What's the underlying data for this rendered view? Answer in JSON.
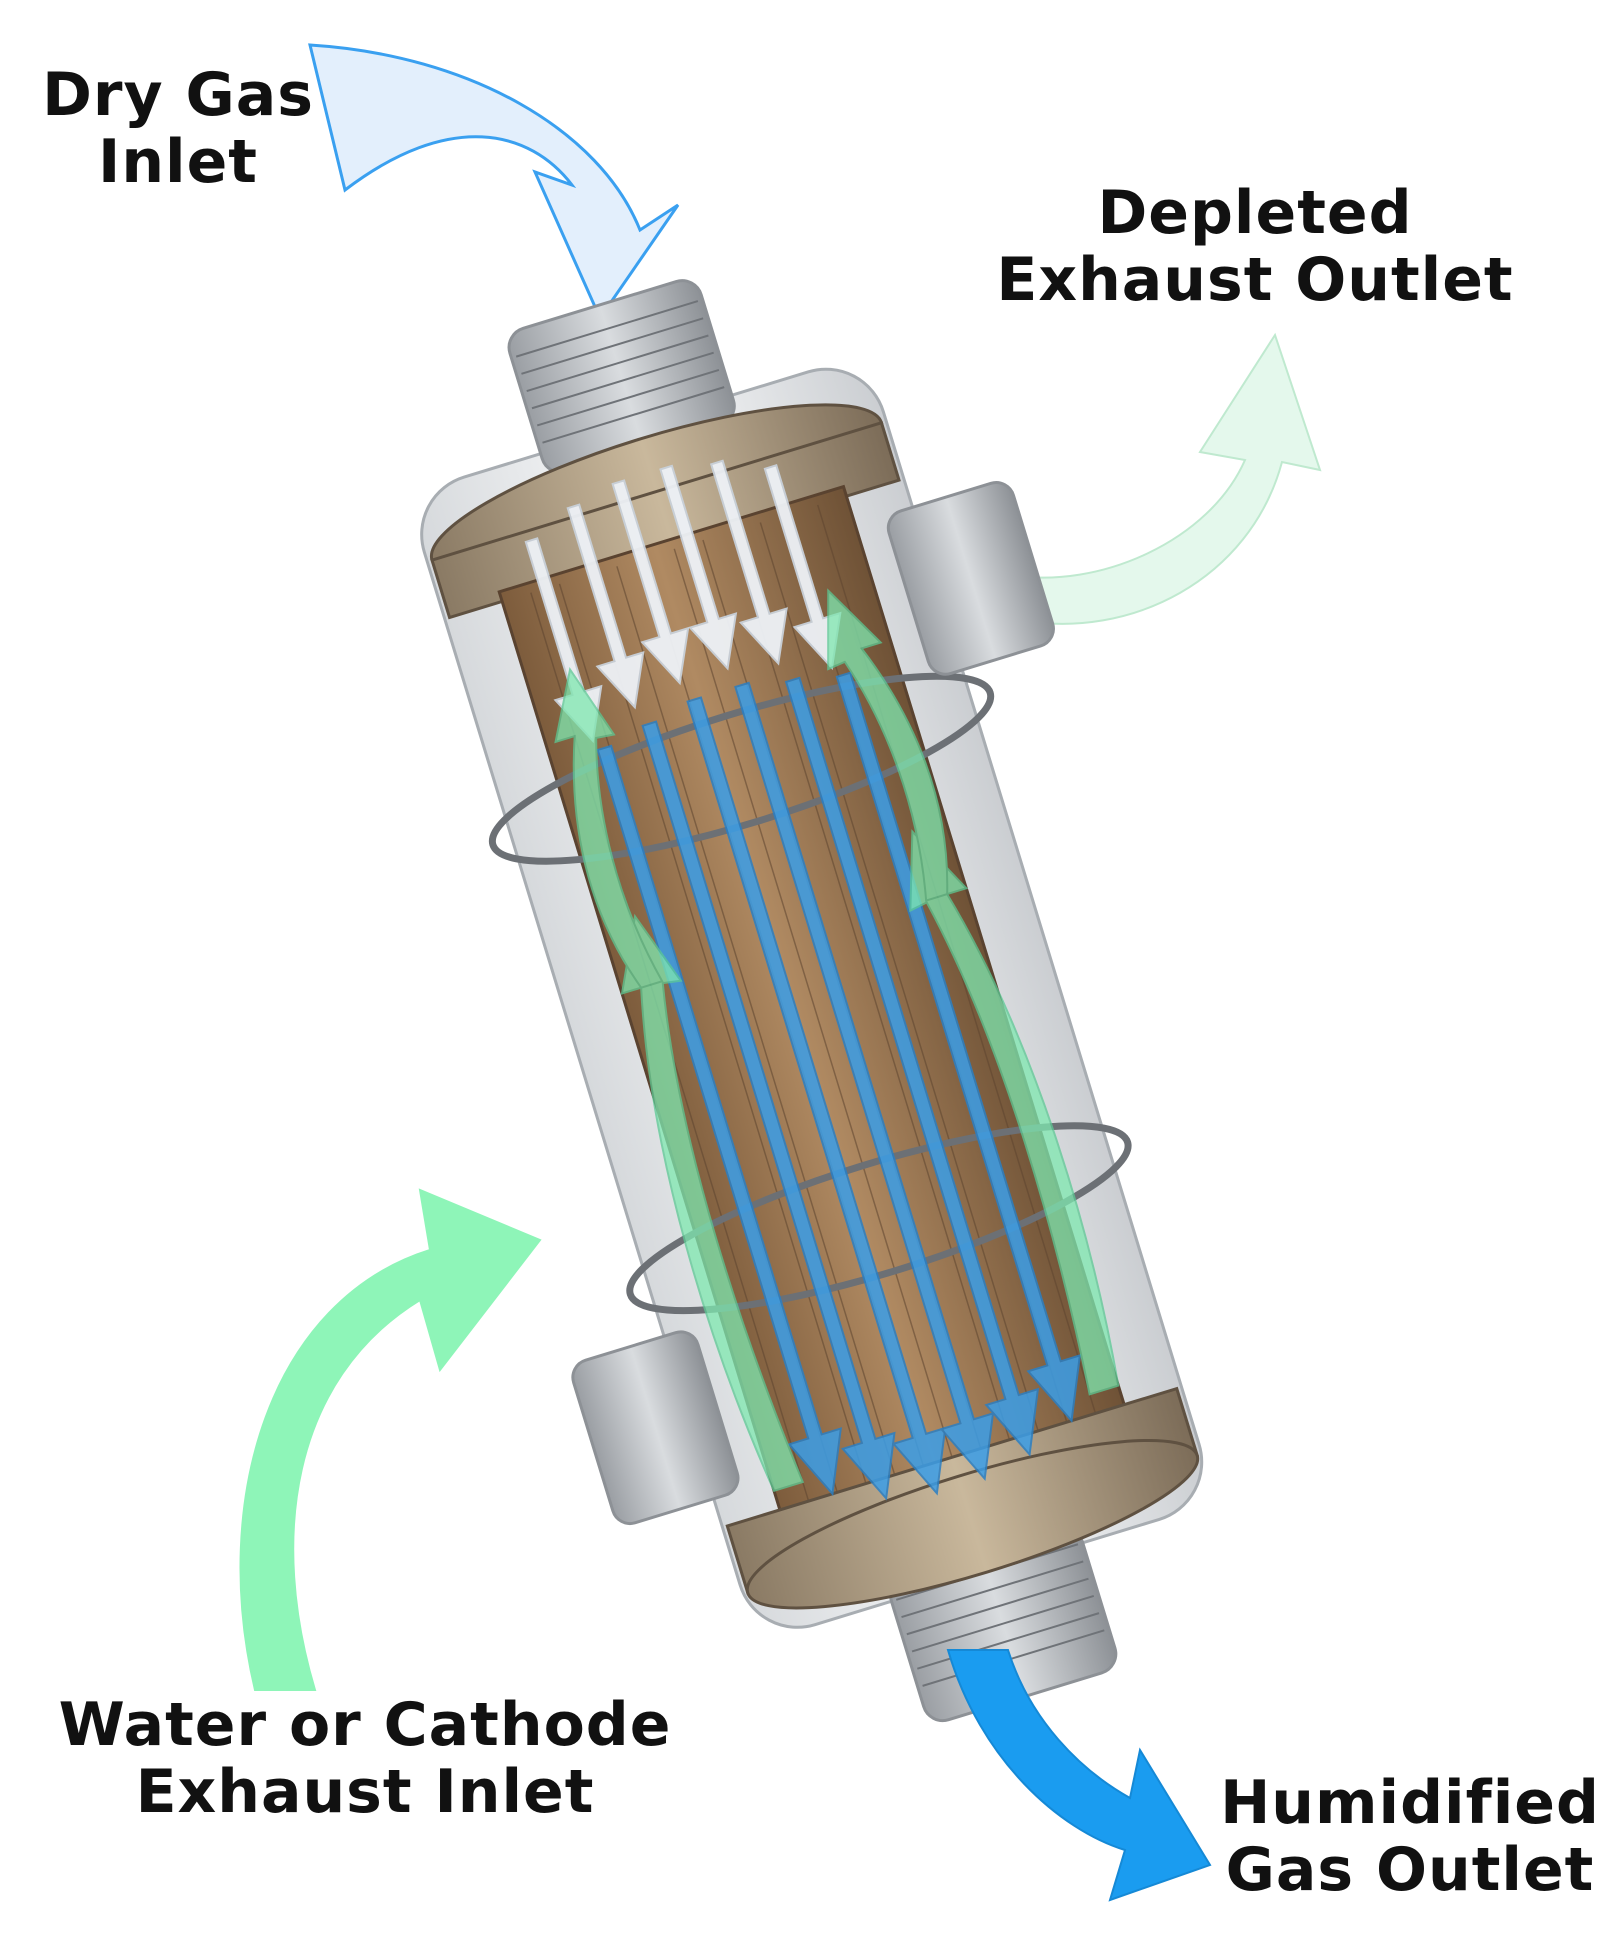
{
  "labels": {
    "dry_gas_inlet": [
      "Dry Gas",
      "Inlet"
    ],
    "depleted_exhaust_outlet": [
      "Depleted",
      "Exhaust Outlet"
    ],
    "water_cathode_inlet": [
      "Water or Cathode",
      "Exhaust Inlet"
    ],
    "humidified_gas_outlet": [
      "Humidified",
      "Gas Outlet"
    ]
  },
  "colors": {
    "dry_gas_arrow": "#e3effc",
    "dry_gas_outline": "#3aa0f0",
    "depleted_arrow": "#e4f8ec",
    "water_inlet_arrow": "#8ef5b8",
    "humidified_arrow": "#1a9cf0",
    "core": "#9a7650",
    "housing": "#d4d7da",
    "flow_dry": "#e8eef5",
    "flow_blue": "#3b9ee8",
    "flow_green": "#7fe8b0"
  }
}
